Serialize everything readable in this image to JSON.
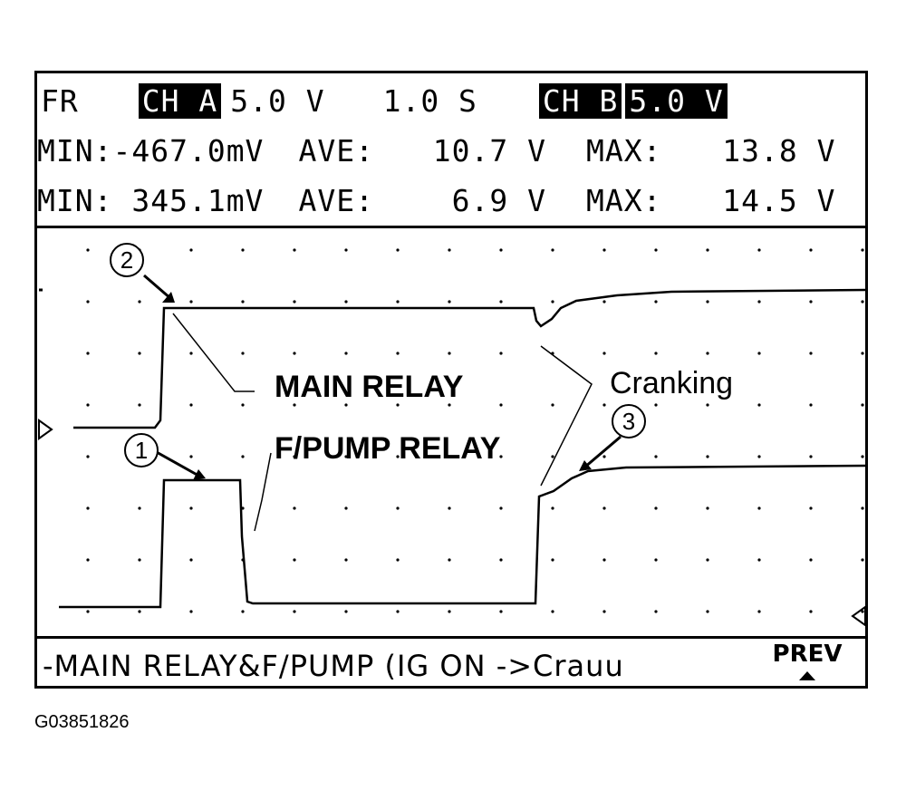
{
  "header": {
    "mode": "FR",
    "ch_a_label": "CH A",
    "ch_a_scale": "5.0 V",
    "timebase": "1.0 S",
    "ch_b_label": "CH B",
    "ch_b_scale": "5.0 V"
  },
  "readings": {
    "row1": {
      "min_label": "MIN:",
      "min_value": "-467.0mV",
      "ave_label": "AVE:",
      "ave_value": "10.7 V",
      "max_label": "MAX:",
      "max_value": "13.8 V"
    },
    "row2": {
      "min_label": "MIN:",
      "min_value": " 345.1mV",
      "ave_label": "AVE:",
      "ave_value": "6.9 V",
      "max_label": "MAX:",
      "max_value": "14.5 V"
    }
  },
  "annotations": {
    "main_relay": "MAIN RELAY",
    "fpump_relay": "F/PUMP RELAY",
    "cranking": "Cranking",
    "callout_1": "1",
    "callout_2": "2",
    "callout_3": "3"
  },
  "status_bar": {
    "text": "-MAIN RELAY&F/PUMP (IG ON ->Crauu"
  },
  "softkeys": {
    "prev": "PREV"
  },
  "figure_id": "G03851826",
  "colors": {
    "trace": "#000000",
    "highlight_bg": "#000000",
    "highlight_fg": "#ffffff"
  }
}
